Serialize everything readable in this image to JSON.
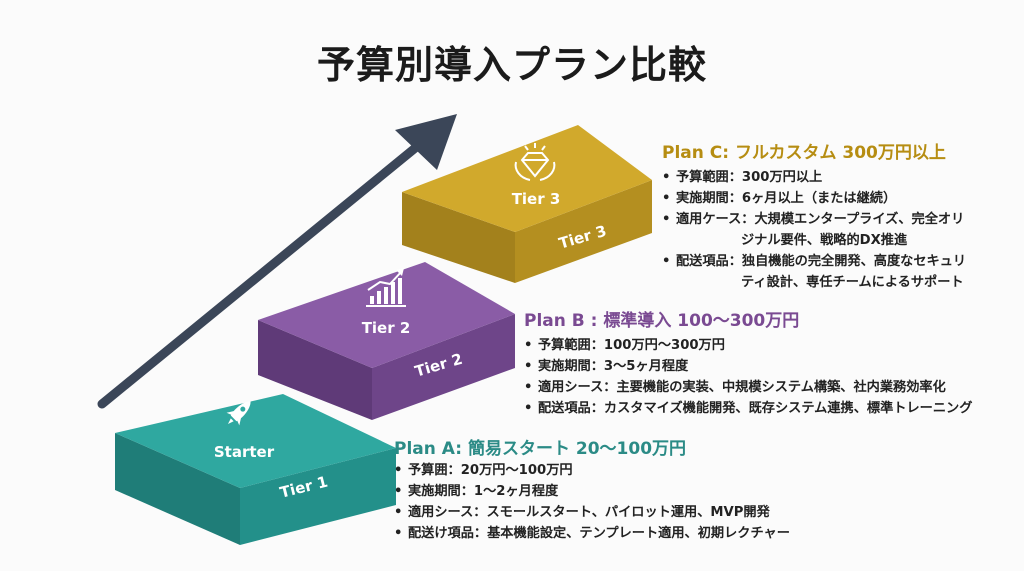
{
  "title": "予算別導入プラン比較",
  "colors": {
    "tier1": "#2a9e97",
    "tier2": "#7f519b",
    "tier3": "#c9a128",
    "arrow": "#3b4658"
  },
  "tiers": [
    {
      "top_label": "Starter",
      "side_label": "Tier 1",
      "icon": "rocket-icon"
    },
    {
      "top_label": "Tier 2",
      "side_label": "Tier 2",
      "icon": "bar-chart-icon"
    },
    {
      "top_label": "Tier 3",
      "side_label": "Tier 3",
      "icon": "diamond-crown-icon"
    }
  ],
  "plans": {
    "c": {
      "heading": "Plan C: フルカスタム 300万円以上",
      "items": [
        "予算範囲：300万円以上",
        "実施期間：6ヶ月以上（または継続）",
        "適用ケース：大規模エンタープライズ、完全オリ",
        "配送項品：独自機能の完全開発、高度なセキュリ"
      ],
      "cont": [
        "ジナル要件、戦略的DX推進",
        "ティ設計、専任チームによるサポート"
      ]
    },
    "b": {
      "heading": "Plan B : 標準導入 100〜300万円",
      "items": [
        "予算範囲：100万円〜300万円",
        "実施期間：3〜5ヶ月程度",
        "適用シース：主要機能の実装、中規模システム構築、社内業務効率化",
        "配送項品：カスタマイズ機能開発、既存システム連携、標準トレーニング"
      ]
    },
    "a": {
      "heading": "Plan A: 簡易スタート 20〜100万円",
      "items": [
        "予算囲：20万円〜100万円",
        "実施期間：1〜2ヶ月程度",
        "適用シース：スモールスタート、パイロット運用、MVP開発",
        "配送け項品：基本機能設定、テンプレート適用、初期レクチャー"
      ]
    }
  }
}
